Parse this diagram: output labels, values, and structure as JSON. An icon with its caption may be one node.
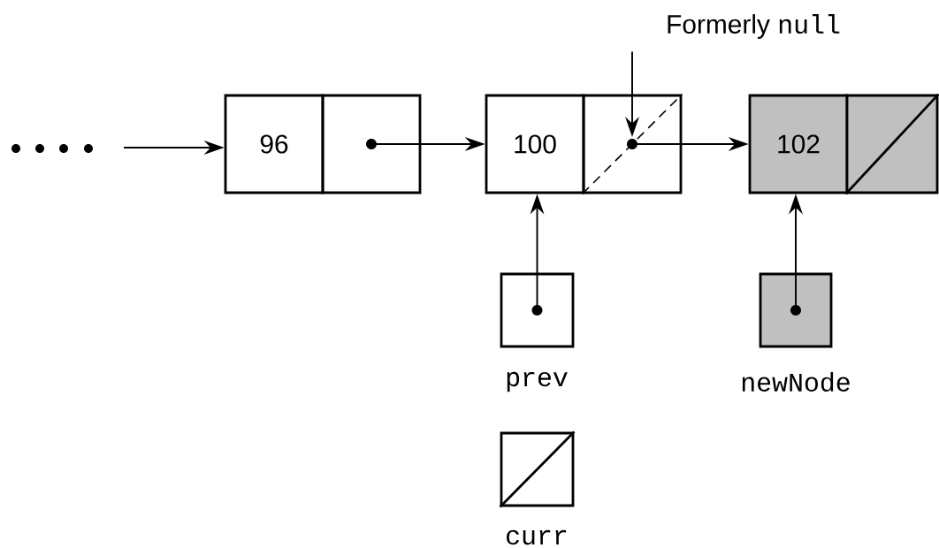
{
  "diagram": {
    "nodes": [
      {
        "text": [
          "96"
        ]
      },
      {
        "text": [],
        "shape": "box"
      },
      {
        "text": [
          "100"
        ]
      },
      {
        "text": [],
        "shape": "box"
      },
      {
        "text": [
          "102"
        ]
      },
      {
        "text": [],
        "shape": "box"
      },
      {
        "text": [],
        "shape": "box",
        "beside": [
          "prev"
        ]
      },
      {
        "text": [],
        "shape": "box",
        "beside": [
          "newNode"
        ]
      },
      {
        "text": [],
        "shape": "box",
        "beside": [
          "curr"
        ]
      },
      {
        "text": [
          "Formerly",
          "null"
        ]
      }
    ],
    "edges": [
      {
        "from": null,
        "to": 0,
        "arrow": "to"
      },
      {
        "from": 1,
        "to": 2,
        "arrow": "to"
      },
      {
        "from": 3,
        "to": 4,
        "arrow": "to"
      },
      {
        "from": 9,
        "to": 3,
        "arrow": "to"
      },
      {
        "from": 6,
        "to": 2,
        "arrow": "to"
      },
      {
        "from": 7,
        "to": 4,
        "arrow": "to"
      }
    ]
  }
}
